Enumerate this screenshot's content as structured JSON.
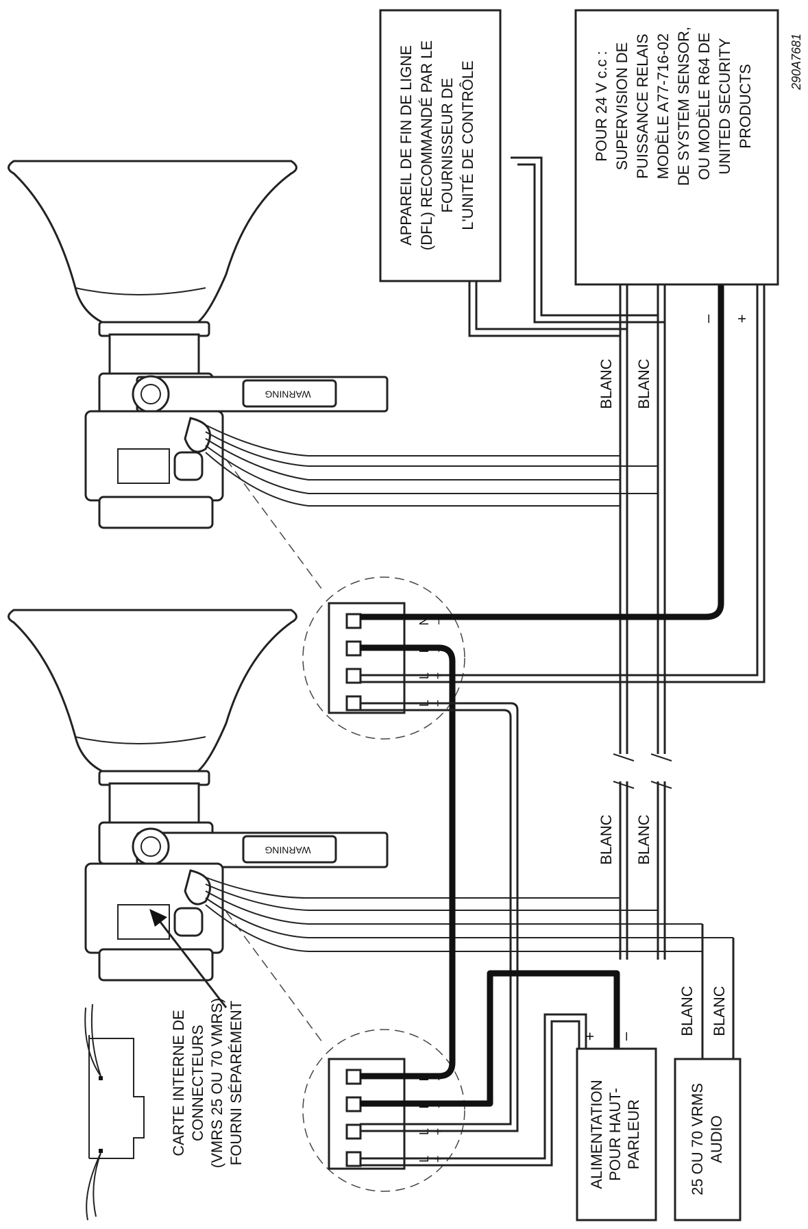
{
  "boxes": {
    "eol_device": [
      "APPAREIL DE FIN DE LIGNE",
      "(DFL) RECOMMANDÉ PAR LE",
      "FOURNISSEUR DE",
      "L'UNITÉ DE CONTRÔLE"
    ],
    "supervision": [
      "POUR 24 V c.c :",
      "SUPERVISION DE",
      "PUISSANCE RELAIS",
      "MODÈLE A77-716-02",
      "DE SYSTEM SENSOR,",
      "OU MODÈLE R64 DE",
      "UNITED SECURITY",
      "PRODUCTS"
    ],
    "speaker_power": [
      "ALIMENTATION",
      "POUR HAUT-",
      "PARLEUR"
    ],
    "audio": [
      "25 OU 70 VRMS",
      "AUDIO"
    ]
  },
  "connector_note": [
    "CARTE INTERNE DE",
    "CONNECTEURS",
    "(VMRS 25 OU 70 VMRS)",
    "FOURNI SÉPARÉMENT"
  ],
  "wire_label": "BLANC",
  "polarity": {
    "plus": "+",
    "minus": "–"
  },
  "terminal_labels": {
    "n_minus": [
      "N",
      "–"
    ],
    "l_plus": [
      "L",
      "+"
    ]
  },
  "warning_text": "WARNING",
  "figure_code": "290A7681"
}
